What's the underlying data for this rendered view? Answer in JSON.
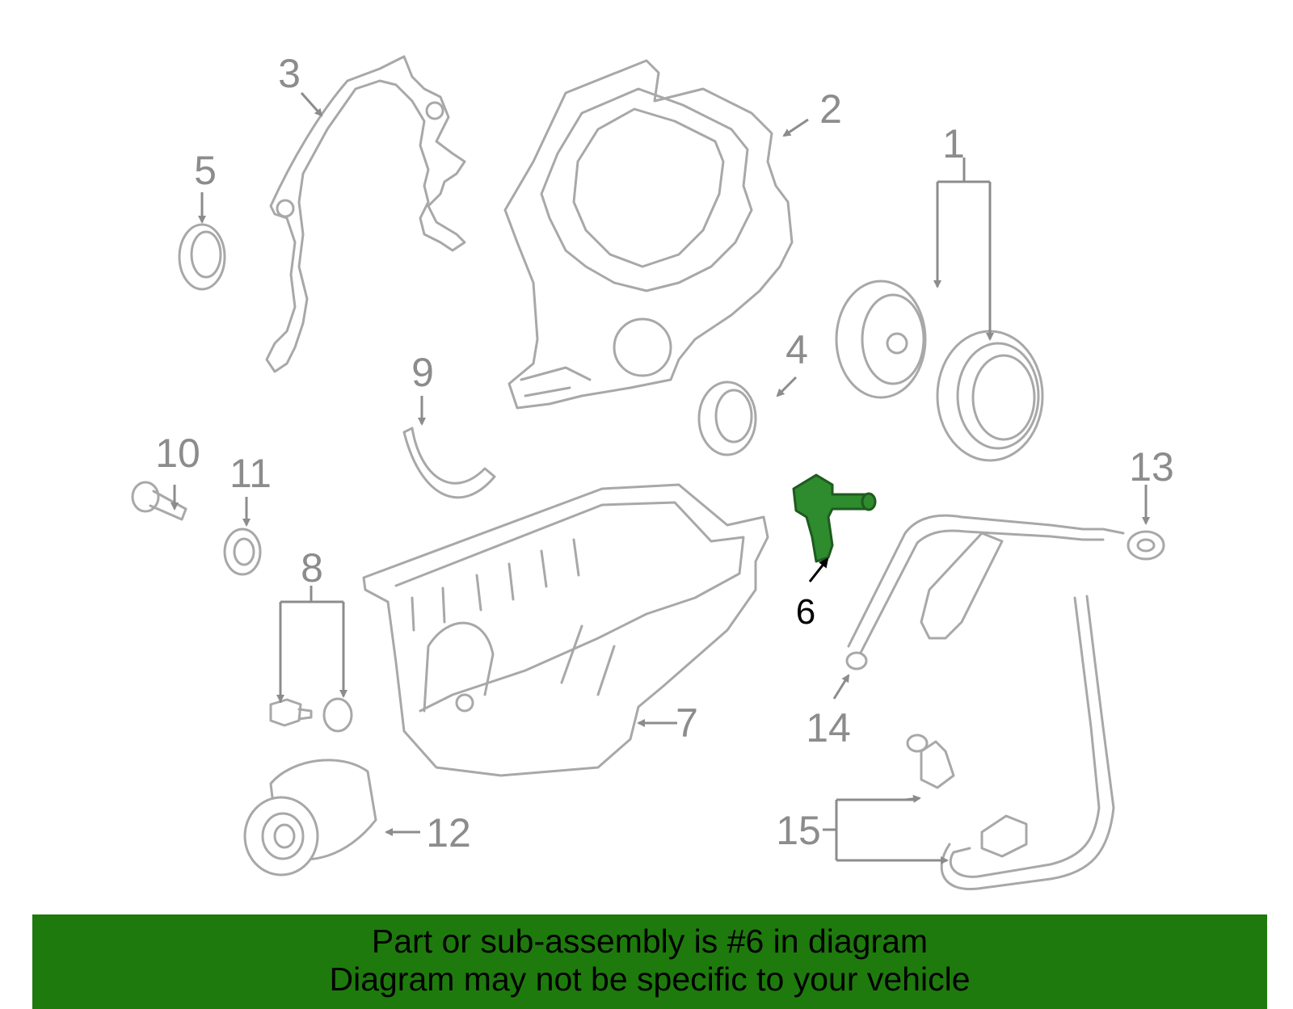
{
  "diagram": {
    "highlighted_part": "6",
    "callouts": {
      "c1": "1",
      "c2": "2",
      "c3": "3",
      "c4": "4",
      "c5": "5",
      "c6": "6",
      "c7": "7",
      "c8": "8",
      "c9": "9",
      "c10": "10",
      "c11": "11",
      "c12": "12",
      "c13": "13",
      "c14": "14",
      "c15": "15"
    },
    "colors": {
      "line_art": "#a8a8a8",
      "callout_text": "#8c8c8c",
      "highlight_part": "#2e8b2e",
      "banner_background": "#1e7a0d"
    }
  },
  "banner": {
    "line1": "Part or sub-assembly is #6 in diagram",
    "line2": "Diagram may not be specific to your vehicle"
  }
}
